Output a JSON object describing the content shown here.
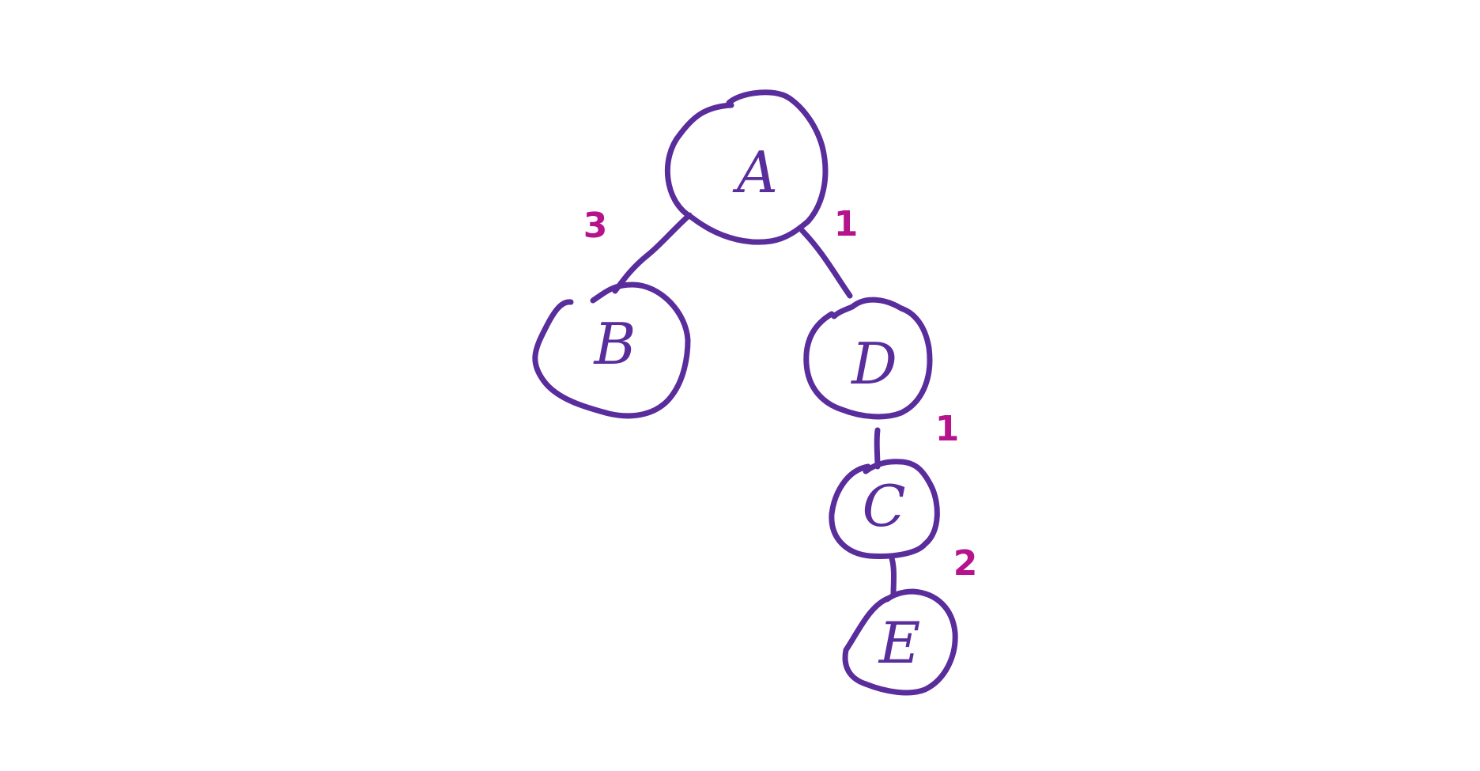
{
  "nodes": {
    "a": "A",
    "b": "B",
    "d": "D",
    "c": "C",
    "e": "E"
  },
  "weights": {
    "a_b": "3",
    "a_d": "1",
    "d_c": "1",
    "c_e": "2"
  },
  "colors": {
    "stroke": "#5a2d9c",
    "weight": "#b5128c",
    "background": "#ffffff"
  }
}
